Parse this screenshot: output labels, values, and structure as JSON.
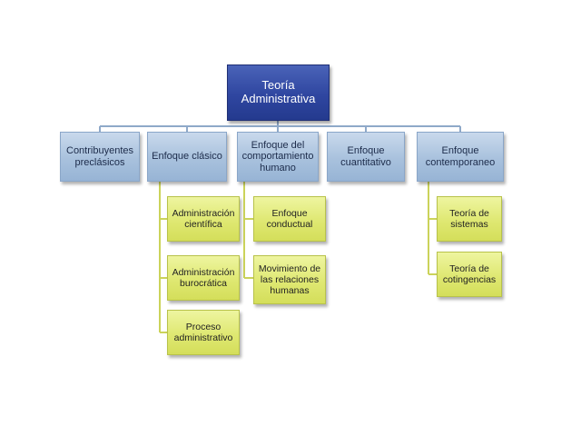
{
  "diagram": {
    "root": "Teoría Administrativa",
    "categories": [
      "Contribuyentes preclásicos",
      "Enfoque clásico",
      "Enfoque del comportamiento humano",
      "Enfoque cuantitativo",
      "Enfoque contemporaneo"
    ],
    "clasico_children": [
      "Administración científica",
      "Administración burocrática",
      "Proceso administrativo"
    ],
    "comportamiento_children": [
      "Enfoque conductual",
      "Movimiento de las relaciones humanas"
    ],
    "contemporaneo_children": [
      "Teoría de sistemas",
      "Teoría de cotingencias"
    ]
  },
  "colors": {
    "root": "#2f46a0",
    "category": "#a8c1dd",
    "leaf": "#dfe872",
    "connector": "#8fa9c9",
    "connector_yellow": "#cbd35a"
  }
}
